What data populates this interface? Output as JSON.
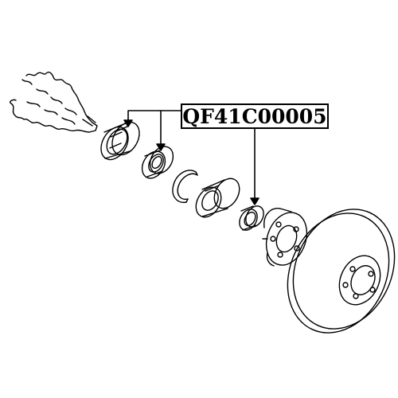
{
  "diagram": {
    "part_number": "QF41C00005",
    "components": [
      "drive-shaft",
      "outer-dust-seal",
      "outer-bearing-ring",
      "snap-ring",
      "wheel-bearing",
      "inner-bearing-ring",
      "wheel-hub",
      "brake-disc"
    ],
    "line_color": "#000000",
    "background_color": "#ffffff"
  }
}
